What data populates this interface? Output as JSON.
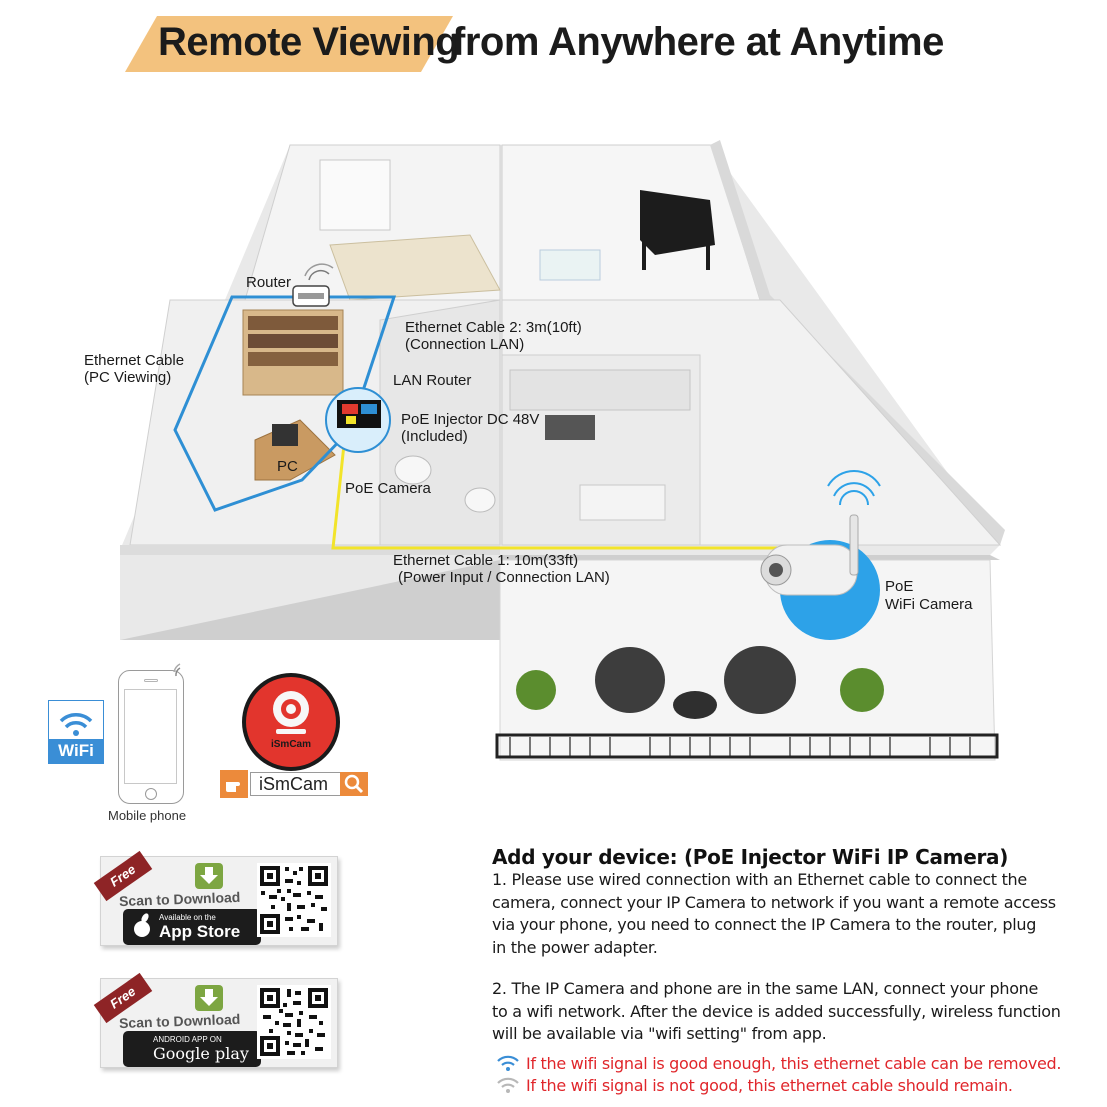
{
  "header": {
    "title_highlight": "Remote Viewing",
    "title_rest": "from Anywhere at Anytime"
  },
  "diagram": {
    "labels": {
      "router": "Router",
      "ethernet_cable_pc": "Ethernet Cable",
      "pc_viewing": "(PC Viewing)",
      "ethernet_cable_2": "Ethernet Cable 2: 3m(10ft)",
      "connection_lan": "(Connection LAN)",
      "lan_router": "LAN Router",
      "poe_injector": "PoE Injector DC 48V",
      "included": "(Included)",
      "pc": "PC",
      "poe_camera": "PoE Camera",
      "ethernet_cable_1": "Ethernet Cable 1: 10m(33ft)",
      "power_input": "(Power Input / Connection LAN)",
      "poe": "PoE",
      "wifi_camera": "WiFi Camera"
    },
    "colors": {
      "network_outline": "#2e8fd4",
      "ethernet_line": "#f2e42a",
      "camera_bubble": "#2da2e8"
    }
  },
  "app": {
    "wifi_badge": "WiFi",
    "mobile_label": "Mobile phone",
    "app_icon_name": "iSmCam",
    "search_text": "iSmCam"
  },
  "stores": [
    {
      "free": "Free",
      "scan": "Scan to Download",
      "small": "Available on the",
      "big": "App Store"
    },
    {
      "free": "Free",
      "scan": "Scan to Download",
      "small": "ANDROID APP ON",
      "big": "Google play"
    }
  ],
  "instructions": {
    "title": "Add your device: (PoE Injector WiFi IP Camera)",
    "step1": [
      "1. Please use wired connection with an Ethernet cable to connect the",
      "camera, connect your IP Camera to network if you want a remote access",
      "via your phone, you need to connect the IP Camera to the router, plug",
      "in the power adapter."
    ],
    "step2": [
      "2. The IP Camera and phone are in the same LAN, connect your phone",
      "to a wifi network. After the device is added successfully, wireless function",
      "will be available via \"wifi setting\" from app."
    ],
    "note_good": "If the wifi signal is good enough, this ethernet cable can be removed.",
    "note_bad": "If the wifi signal is not good, this ethernet cable should remain."
  }
}
